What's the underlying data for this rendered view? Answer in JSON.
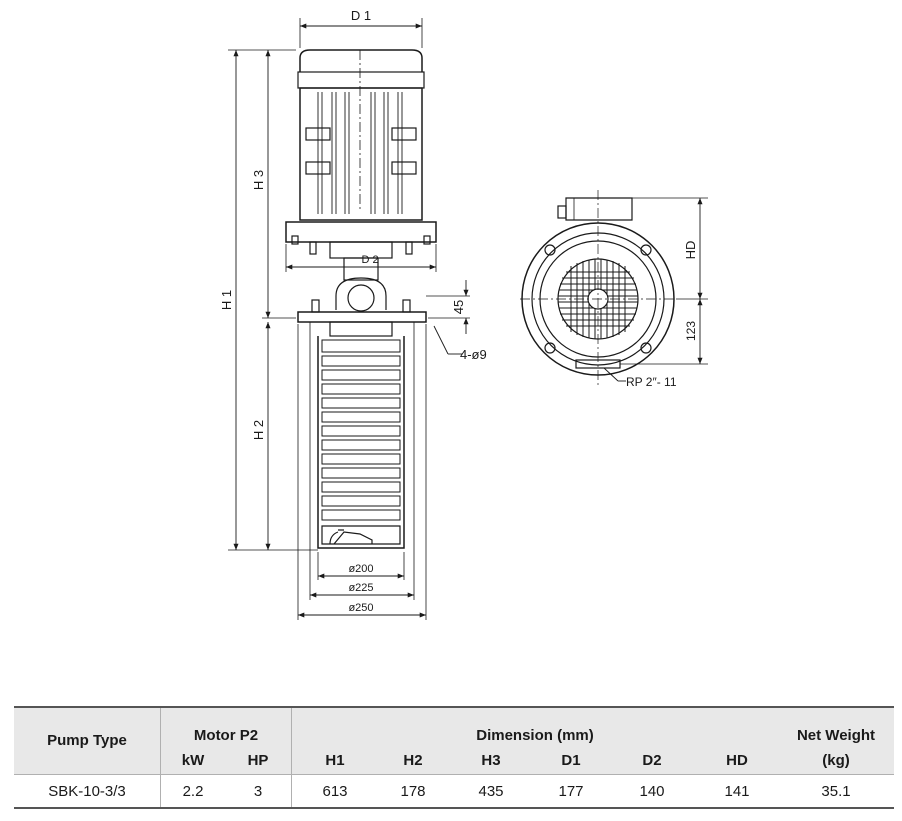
{
  "drawing": {
    "labels": {
      "d1": "D 1",
      "d2": "D 2",
      "h1": "H 1",
      "h2": "H 2",
      "h3": "H 3",
      "dim45": "45",
      "holes": "4-ø9",
      "dia200": "ø200",
      "dia225": "ø225",
      "dia250": "ø250",
      "hd": "HD",
      "dim123": "123",
      "rp": "RP 2″- 11"
    }
  },
  "table": {
    "headers": {
      "pump_type": "Pump Type",
      "motor_p2": "Motor P2",
      "kw": "kW",
      "hp": "HP",
      "dimension": "Dimension (mm)",
      "h1": "H1",
      "h2": "H2",
      "h3": "H3",
      "d1": "D1",
      "d2": "D2",
      "hd": "HD",
      "net_weight": "Net Weight",
      "kg": "(kg)"
    },
    "rows": [
      {
        "pump_type": "SBK-10-3/3",
        "kw": "2.2",
        "hp": "3",
        "h1": "613",
        "h2": "178",
        "h3": "435",
        "d1": "177",
        "d2": "140",
        "hd": "141",
        "weight": "35.1"
      }
    ]
  }
}
